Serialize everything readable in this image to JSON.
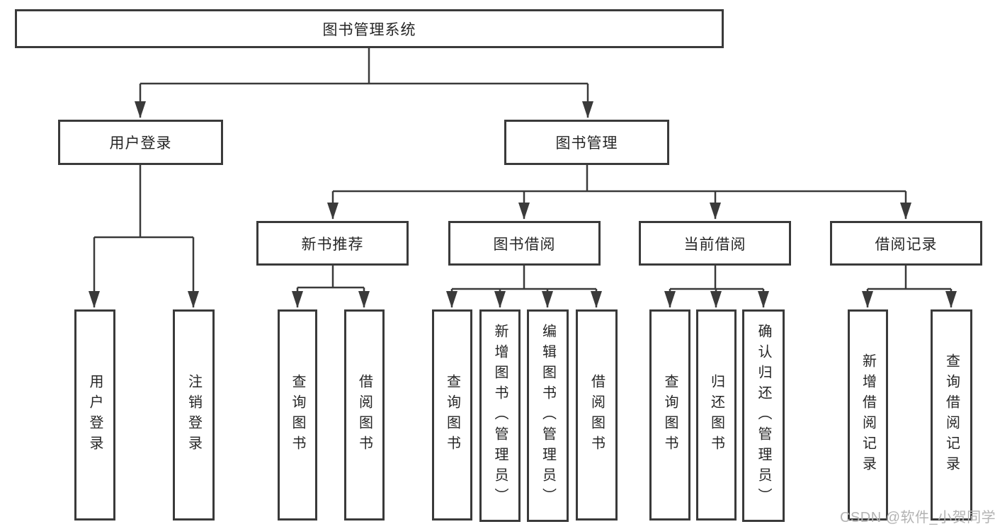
{
  "tree": {
    "label": "图书管理系统",
    "children": [
      {
        "label": "用户登录",
        "children": [
          {
            "label": "用户登录"
          },
          {
            "label": "注销登录"
          }
        ]
      },
      {
        "label": "图书管理",
        "children": [
          {
            "label": "新书推荐",
            "children": [
              {
                "label": "查询图书"
              },
              {
                "label": "借阅图书"
              }
            ]
          },
          {
            "label": "图书借阅",
            "children": [
              {
                "label": "查询图书"
              },
              {
                "label": "新增图书（管理员）"
              },
              {
                "label": "编辑图书（管理员）"
              },
              {
                "label": "借阅图书"
              }
            ]
          },
          {
            "label": "当前借阅",
            "children": [
              {
                "label": "查询图书"
              },
              {
                "label": "归还图书"
              },
              {
                "label": "确认归还（管理员）"
              }
            ]
          },
          {
            "label": "借阅记录",
            "children": [
              {
                "label": "新增借阅记录"
              },
              {
                "label": "查询借阅记录"
              }
            ]
          }
        ]
      }
    ]
  },
  "watermark": {
    "text": "CSDN @软件_小贺同学"
  },
  "colors": {
    "line": "#3a3a3a",
    "node_border": "#3a3a3a",
    "node_fill": "#ffffff",
    "text": "#262626",
    "watermark": "#b3b3b3",
    "background": "#ffffff"
  }
}
